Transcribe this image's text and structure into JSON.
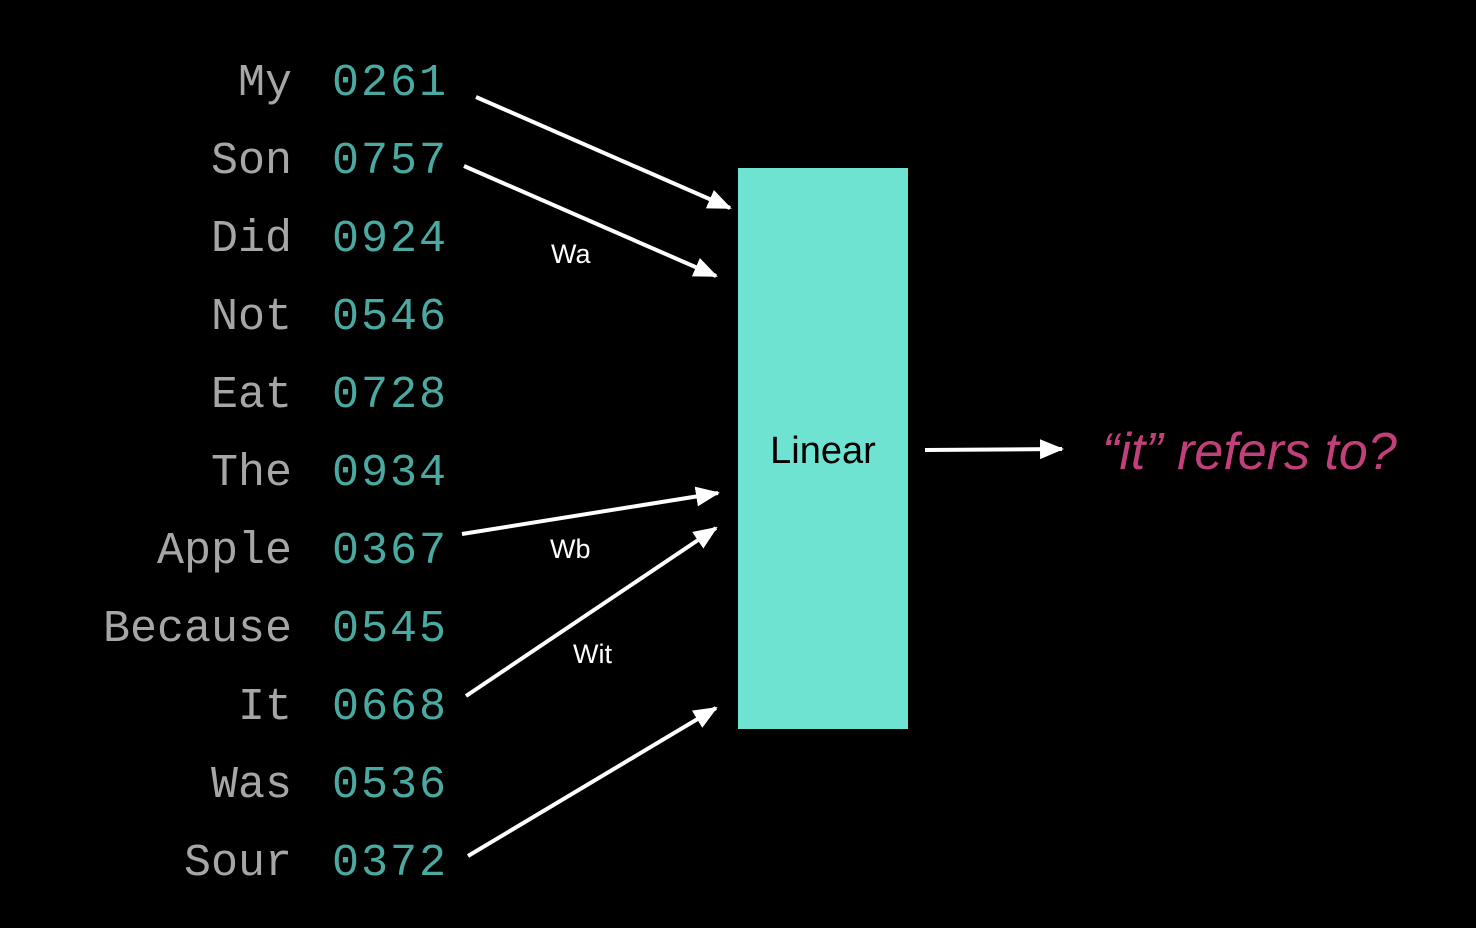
{
  "colors": {
    "background": "#000000",
    "word": "#a6a6a6",
    "token_id": "#4aa9a0",
    "block": "#6fe3d1",
    "block_text": "#000000",
    "arrow": "#ffffff",
    "weight_label": "#ffffff",
    "question": "#c2407a"
  },
  "tokens": [
    {
      "word": "My",
      "id": "0261"
    },
    {
      "word": "Son",
      "id": "0757"
    },
    {
      "word": "Did",
      "id": "0924"
    },
    {
      "word": "Not",
      "id": "0546"
    },
    {
      "word": "Eat",
      "id": "0728"
    },
    {
      "word": "The",
      "id": "0934"
    },
    {
      "word": "Apple",
      "id": "0367"
    },
    {
      "word": "Because",
      "id": "0545"
    },
    {
      "word": "It",
      "id": "0668"
    },
    {
      "word": "Was",
      "id": "0536"
    },
    {
      "word": "Sour",
      "id": "0372"
    }
  ],
  "weights": [
    "Wa",
    "Wb",
    "Wit"
  ],
  "block": {
    "label": "Linear"
  },
  "output": {
    "question": "“it” refers to?"
  },
  "icons": [
    "arrow-icon"
  ]
}
